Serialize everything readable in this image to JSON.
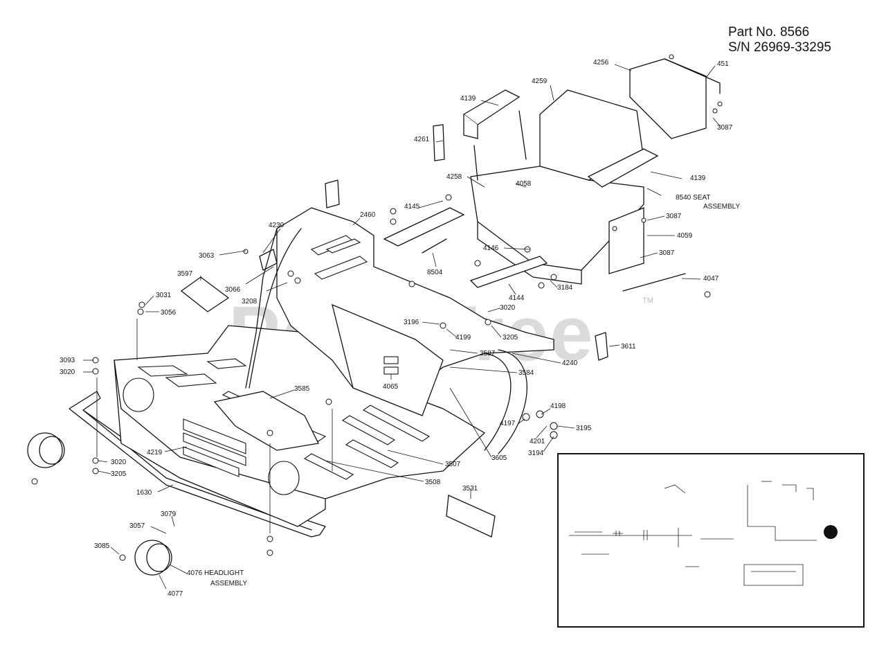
{
  "header": {
    "part_no": "Part No. 8566",
    "serial": "S/N 26969-33295"
  },
  "watermark": {
    "text": "PartsTree",
    "trademark": "TM"
  },
  "colors": {
    "ink": "#111111",
    "watermark": "#bfbfbf",
    "background": "#ffffff"
  },
  "callouts": {
    "c8540_a": "8540 SEAT",
    "c8540_b": "ASSEMBLY",
    "c4076_a": "4076 HEADLIGHT",
    "c4076_b": "ASSEMBLY"
  },
  "labels": [
    "4256",
    "451",
    "4259",
    "4139",
    "3087",
    "4261",
    "4058",
    "4258",
    "4139",
    "3087",
    "2460",
    "4145",
    "4230",
    "3063",
    "4059",
    "3087",
    "4047",
    "4146",
    "8504",
    "3597",
    "3066",
    "3208",
    "3184",
    "4144",
    "3031",
    "3056",
    "3020",
    "3196",
    "4199",
    "3205",
    "3611",
    "3587",
    "4240",
    "3093",
    "3020",
    "3584",
    "4065",
    "3585",
    "4198",
    "4197",
    "3195",
    "4201",
    "3194",
    "4219",
    "3020",
    "3205",
    "3605",
    "3507",
    "1630",
    "3508",
    "3531",
    "3079",
    "3057",
    "3085",
    "4077"
  ]
}
